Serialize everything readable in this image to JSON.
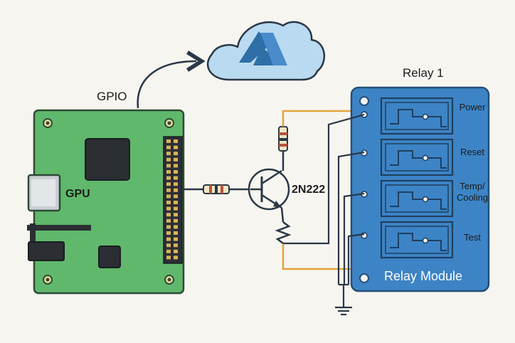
{
  "labels": {
    "gpio": "GPIO",
    "gpu": "GPU",
    "transistor": "2N222",
    "relay_title": "Relay 1",
    "module_name": "Relay Module"
  },
  "relay_channels": [
    "Power",
    "Reset",
    "Temp/\nCooling",
    "Test"
  ],
  "icons": {
    "cloud": "azure-cloud-icon",
    "ground": "ground-symbol-icon"
  },
  "colors": {
    "board_green": "#5fb86b",
    "board_border": "#2e4a36",
    "cloud_fill": "#b9daf0",
    "azure_logo": "#2f6fa8",
    "relay_blue": "#3d84c6",
    "relay_border": "#234f78",
    "wire_dark": "#2a3746",
    "wire_orange": "#e3a23c"
  }
}
